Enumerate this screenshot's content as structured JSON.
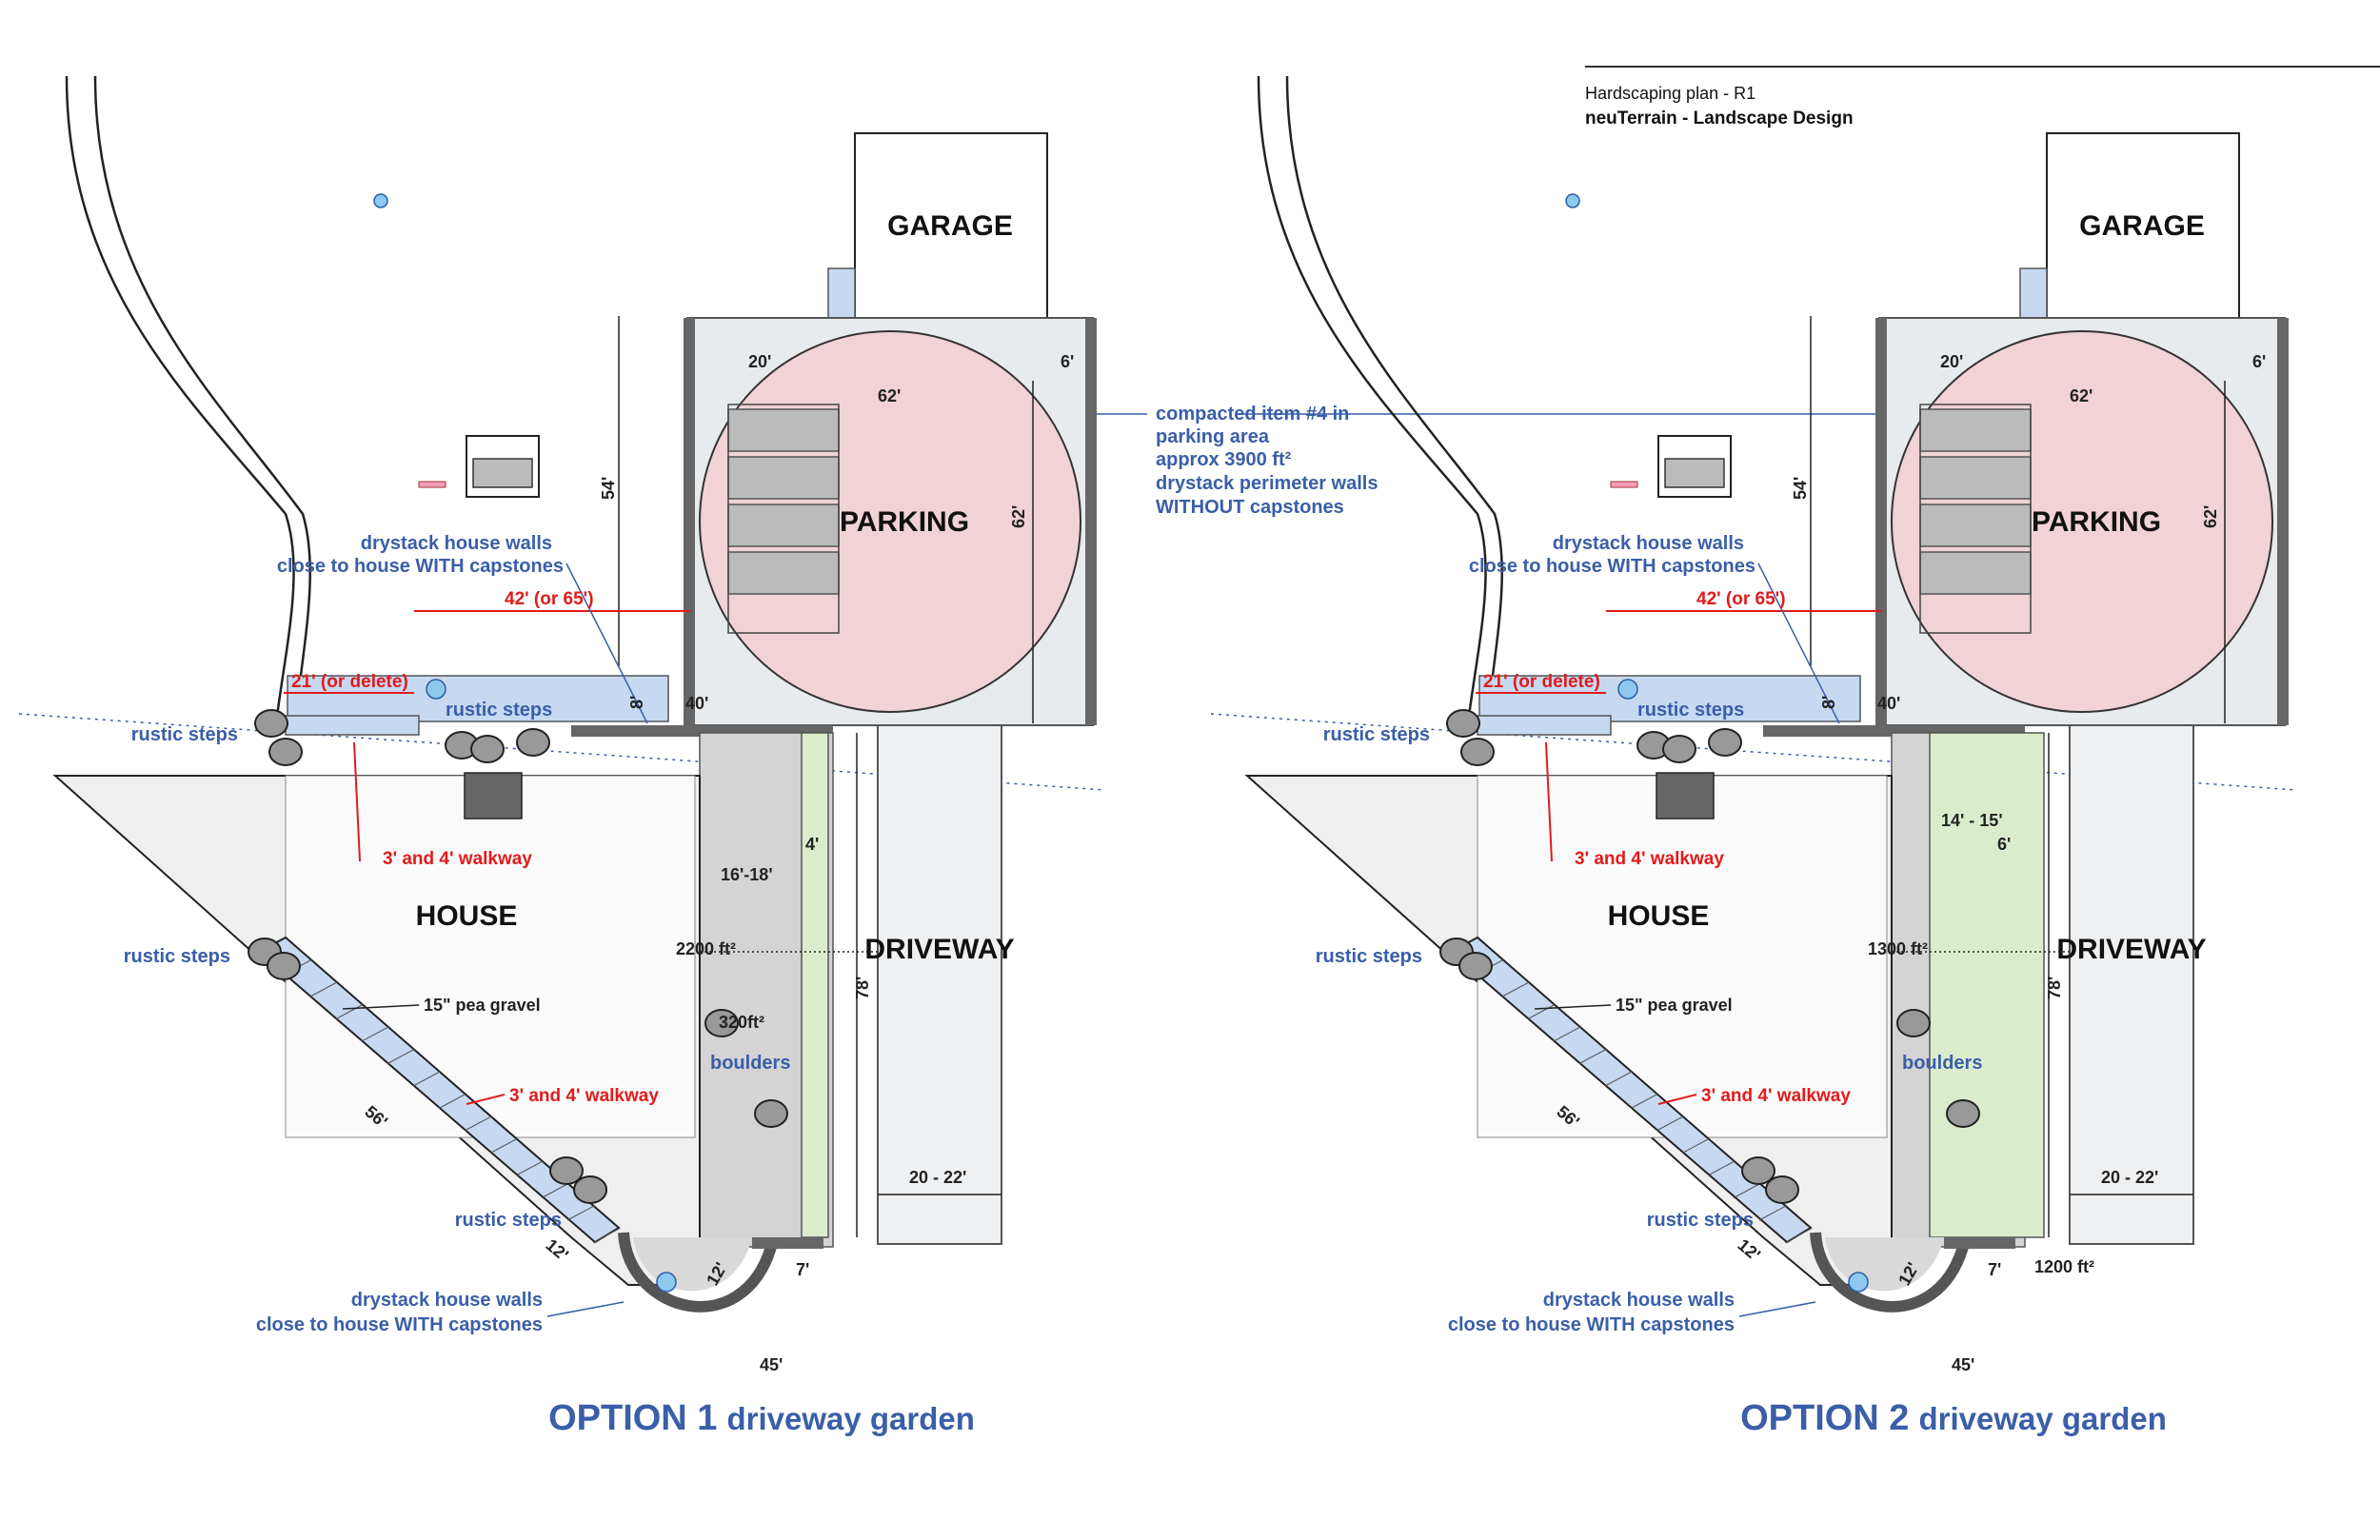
{
  "header": {
    "line1": "Hardscaping plan - R1",
    "line2": "neuTerrain - Landscape Design"
  },
  "shared_note": {
    "lines": [
      "compacted item #4 in",
      "parking area",
      "approx 3900 ft²",
      "drystack perimeter walls",
      "WITHOUT capstones"
    ]
  },
  "options": [
    {
      "title_num": "OPTION 1",
      "title_rest": "driveway garden",
      "labels": {
        "garage": "GARAGE",
        "parking": "PARKING",
        "house": "HOUSE",
        "driveway": "DRIVEWAY",
        "drystack_top_1": "drystack house walls",
        "drystack_top_2": "close to house WITH capstones",
        "drystack_bot_1": "drystack house walls",
        "drystack_bot_2": "close to house WITH capstones",
        "rustic_steps_a": "rustic steps",
        "rustic_steps_b": "rustic steps",
        "rustic_steps_c": "rustic steps",
        "rustic_steps_d": "rustic steps",
        "walkway_a": "3' and 4' walkway",
        "walkway_b": "3' and 4' walkway",
        "pea_gravel": "15\" pea gravel",
        "boulders": "boulders",
        "dim_42": "42' (or 65')",
        "dim_21": "21' (or delete)",
        "area_main": "2200 ft²",
        "area_side": "320ft²",
        "area_extra": "",
        "side_width": "16'-18'",
        "strip_width": "4'",
        "strip_top": "",
        "dim_20": "20'",
        "dim_6": "6'",
        "dim_62h": "62'",
        "dim_62v": "62'",
        "dim_54": "54'",
        "dim_8": "8'",
        "dim_40": "40'",
        "dim_78": "78'",
        "dim_2022": "20 - 22'",
        "dim_56": "56'",
        "dim_12a": "12'",
        "dim_12b": "12'",
        "dim_7": "7'",
        "dim_45": "45'"
      },
      "green_strip": "narrow"
    },
    {
      "title_num": "OPTION 2",
      "title_rest": "driveway garden",
      "labels": {
        "garage": "GARAGE",
        "parking": "PARKING",
        "house": "HOUSE",
        "driveway": "DRIVEWAY",
        "drystack_top_1": "drystack house walls",
        "drystack_top_2": "close to house WITH capstones",
        "drystack_bot_1": "drystack house walls",
        "drystack_bot_2": "close to house WITH capstones",
        "rustic_steps_a": "rustic steps",
        "rustic_steps_b": "rustic steps",
        "rustic_steps_c": "rustic steps",
        "rustic_steps_d": "rustic steps",
        "walkway_a": "3' and 4' walkway",
        "walkway_b": "3' and 4' walkway",
        "pea_gravel": "15\" pea gravel",
        "boulders": "boulders",
        "dim_42": "42' (or 65')",
        "dim_21": "21' (or delete)",
        "area_main": "1300 ft²",
        "area_side": "",
        "area_extra": "1200 ft²",
        "side_width": "",
        "strip_width": "6'",
        "strip_top": "14' - 15'",
        "dim_20": "20'",
        "dim_6": "6'",
        "dim_62h": "62'",
        "dim_62v": "62'",
        "dim_54": "54'",
        "dim_8": "8'",
        "dim_40": "40'",
        "dim_78": "78'",
        "dim_2022": "20 - 22'",
        "dim_56": "56'",
        "dim_12a": "12'",
        "dim_12b": "12'",
        "dim_7": "7'",
        "dim_45": "45'"
      },
      "green_strip": "wide"
    }
  ]
}
